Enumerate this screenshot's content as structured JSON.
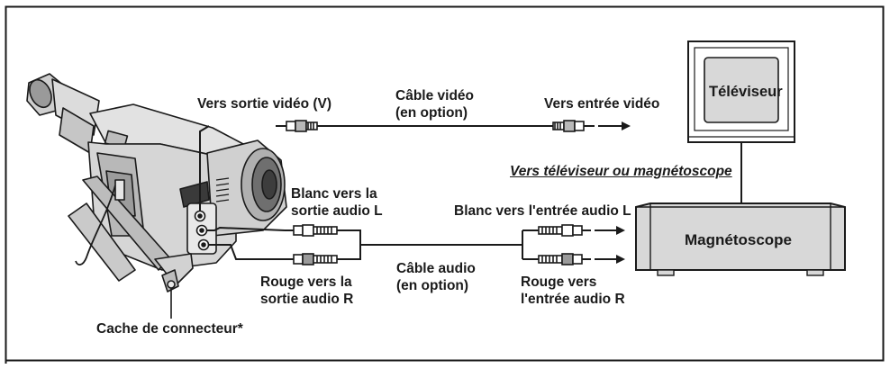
{
  "labels": {
    "video_out": "Vers sortie vidéo (V)",
    "video_cable_1": "Câble vidéo",
    "video_cable_2": "(en option)",
    "video_in": "Vers entrée vidéo",
    "tv": "Téléviseur",
    "to_tv_vcr": "Vers téléviseur ou magnétoscope",
    "white_out_1": "Blanc vers la",
    "white_out_2": "sortie audio L",
    "white_in": "Blanc vers l'entrée audio L",
    "vcr": "Magnétoscope",
    "red_out_1": "Rouge vers la",
    "red_out_2": "sortie audio R",
    "audio_cable_1": "Câble audio",
    "audio_cable_2": "(en option)",
    "red_in_1": "Rouge vers",
    "red_in_2": "l'entrée audio R",
    "connector_cover": "Cache de connecteur*"
  },
  "colors": {
    "line": "#1a1a1a",
    "device_fill": "#d8d8d8",
    "camera_light": "#e6e6e6",
    "camera_mid": "#c4c4c4",
    "camera_dark": "#8a8a8a"
  }
}
